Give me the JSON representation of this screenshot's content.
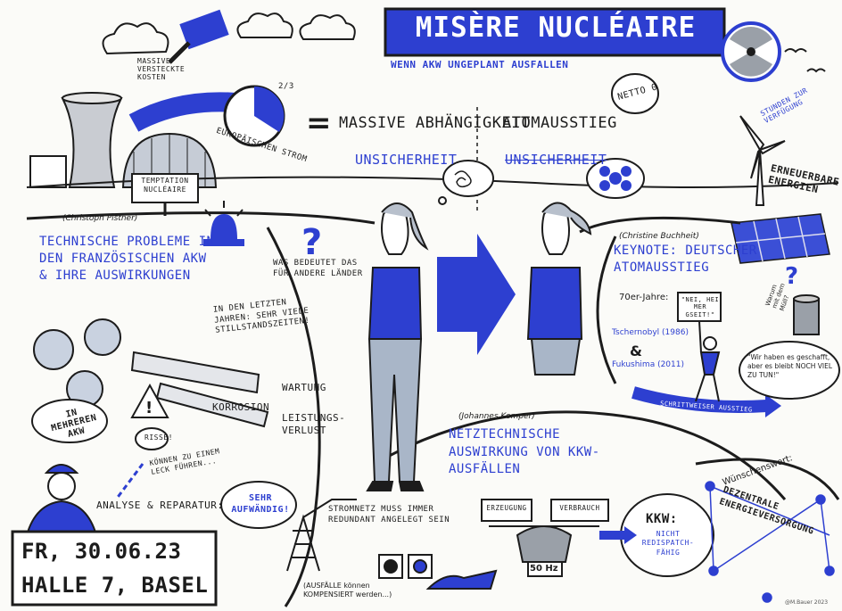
{
  "title": {
    "main": "MISÈRE NUCLÉAIRE",
    "subtitle": "WENN AKW UNGEPLANT AUSFALLEN"
  },
  "top": {
    "hidden_costs": "MASSIVE VERSTECKTE KOSTEN",
    "ratio": "2/3",
    "european_power": "EUROPÄISCHEN STROM",
    "temptation": "TEMPTATION NUCLÉAIRE",
    "equals": "=",
    "dependency": "MASSIVE ABHÄNGIGKEIT",
    "uncertainty_left": "UNSICHERHEIT",
    "phaseout": "ATOMAUSSTIEG",
    "uncertainty_right": "UNSICHERHEIT",
    "thought": "NETTO 0",
    "hours_flow": "STUNDEN ZUR VERFÜGUNG",
    "renewables": "ERNEUERBARE ENERGIEN"
  },
  "left": {
    "speaker": "(Christoph Pistner)",
    "heading": "TECHNISCHE PROBLEME in den FRANZÖSISCHEN AKW & ihre AUSWIRKUNGEN",
    "question": "WAS BEDEUTET DAS für ANDERE LÄNDER",
    "years": "In den letzten Jahren: SEHR VIELE STILLSTANDSZEITEN!",
    "multiple_akw": "In MEHREREN AKW",
    "corrosion": "KORROSION",
    "maintenance": "WARTUNG",
    "loss": "LEISTUNGS- VERLUST",
    "cracks": "RISSE!",
    "leak": "KÖNNEN zu einem LECK führen...",
    "analysis": "ANALYSE & REPARATUR:",
    "expensive": "SEHR AUFWÄNDIG!"
  },
  "right": {
    "speaker": "(Christine Buchheit)",
    "heading": "KEYNOTE: DEUTSCHER ATOMAUSSTIEG",
    "seventies": "70er-Jahre:",
    "sign": "\"NEI, HEI MER GSEIT!\"",
    "chernobyl": "Tschernobyl (1986)",
    "and": "&",
    "fukushima": "Fukushima (2011)",
    "stepwise": "SCHRITTWEISER AUSSTIEG",
    "why": "Warum mit dem Müll?",
    "quote": "\"Wir haben es geschafft, aber es bleibt NOCH VIEL ZU TUN!\""
  },
  "bottom": {
    "speaker": "(Johannes Kemper)",
    "heading": "NETZTECHNISCHE AUSWIRKUNG von KKW-AUSFÄLLEN",
    "redundant": "STROMNETZ MUSS IMMER REDUNDANT ANGELEGT SEIN",
    "failures": "(AUSFÄLLE können KOMPENSIERT werden...)",
    "generation": "ERZEUGUNG",
    "consumption": "VERBRAUCH",
    "frequency": "50 Hz",
    "kkw": "KKW:",
    "not_redispatch": "NICHT REDISPATCH-FÄHIG",
    "wish": "Wünschenswert:",
    "decentral": "DEZENTRALE ENERGIEVERSORGUNG"
  },
  "event": {
    "date": "FR, 30.06.23",
    "place": "HALLE 7, BASEL"
  },
  "signature": "@M.Bauer 2023",
  "colors": {
    "accent": "#2d3fd0",
    "ink": "#1c1c1c",
    "paper": "#fbfbf8",
    "grey": "#9aa0a8"
  }
}
